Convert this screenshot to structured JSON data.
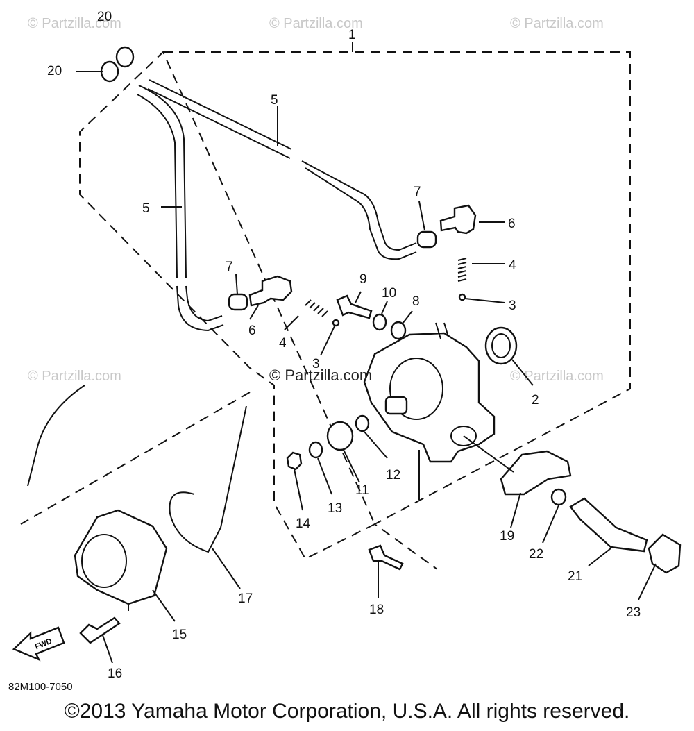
{
  "watermarks": [
    "© Partzilla.com",
    "© Partzilla.com",
    "© Partzilla.com",
    "© Partzilla.com",
    "© Partzilla.com"
  ],
  "center_watermark": "© Partzilla.com",
  "callouts": {
    "c1": "1",
    "c2": "2",
    "c3a": "3",
    "c3b": "3",
    "c4a": "4",
    "c4b": "4",
    "c5a": "5",
    "c5b": "5",
    "c6a": "6",
    "c6b": "6",
    "c7a": "7",
    "c7b": "7",
    "c8": "8",
    "c9": "9",
    "c10": "10",
    "c11": "11",
    "c12": "12",
    "c13": "13",
    "c14": "14",
    "c15": "15",
    "c16": "16",
    "c17": "17",
    "c18": "18",
    "c19": "19",
    "c20a": "20",
    "c20b": "20",
    "c21": "21",
    "c22": "22",
    "c23": "23"
  },
  "fwd_label": "FWD",
  "drawing_code": "82M100-7050",
  "copyright": "©2013 Yamaha Motor Corporation, U.S.A. All rights reserved."
}
